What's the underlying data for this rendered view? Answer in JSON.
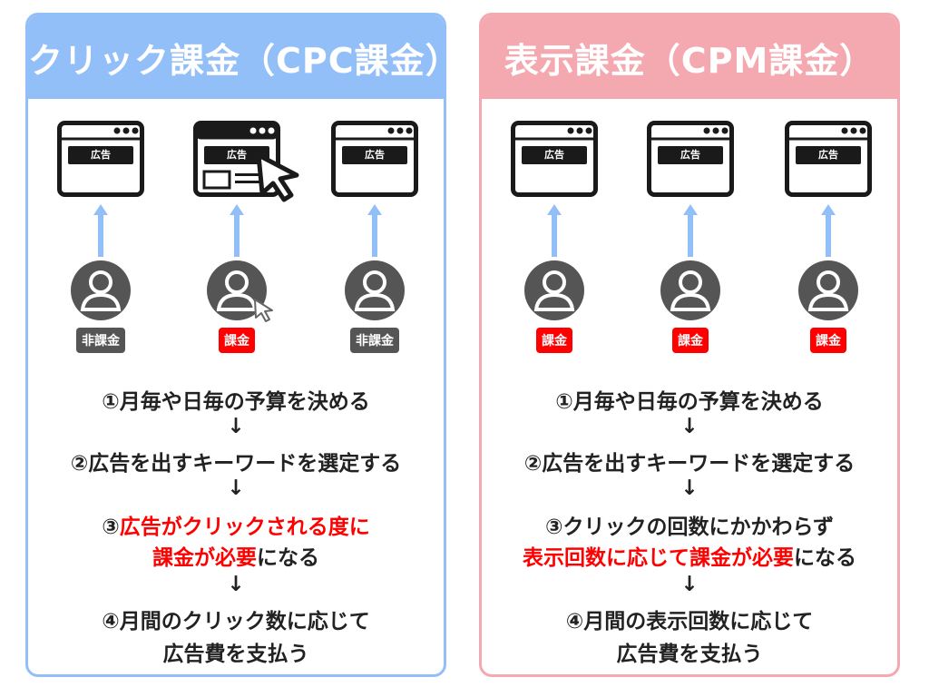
{
  "colors": {
    "cpc": "#93bff9",
    "cpm": "#f4a8b0",
    "red": "#ff0000",
    "gray": "#555555",
    "dark": "#1a1a1a"
  },
  "panels": [
    {
      "id": "cpc",
      "title": "クリック課金（CPC課金）",
      "items": [
        {
          "ad_label": "広告",
          "badge": "非課金",
          "clicked": false
        },
        {
          "ad_label": "広告",
          "badge": "課金",
          "clicked": true
        },
        {
          "ad_label": "広告",
          "badge": "非課金",
          "clicked": false
        }
      ],
      "steps": [
        [
          {
            "t": "①月毎や日毎の予算を決める"
          }
        ],
        [
          {
            "t": "↓"
          }
        ],
        [
          {
            "t": "②広告を出すキーワードを選定する"
          }
        ],
        [
          {
            "t": "↓"
          }
        ],
        [
          {
            "t": "③"
          },
          {
            "t": "広告がクリックされる度に",
            "red": true
          }
        ],
        [
          {
            "t": "課金が必要",
            "red": true
          },
          {
            "t": "になる"
          }
        ],
        [
          {
            "t": "↓"
          }
        ],
        [
          {
            "t": "④月間のクリック数に応じて"
          }
        ],
        [
          {
            "t": "広告費を支払う"
          }
        ]
      ]
    },
    {
      "id": "cpm",
      "title": "表示課金（CPM課金）",
      "items": [
        {
          "ad_label": "広告",
          "badge": "課金",
          "clicked": false
        },
        {
          "ad_label": "広告",
          "badge": "課金",
          "clicked": false
        },
        {
          "ad_label": "広告",
          "badge": "課金",
          "clicked": false
        }
      ],
      "steps": [
        [
          {
            "t": "①月毎や日毎の予算を決める"
          }
        ],
        [
          {
            "t": "↓"
          }
        ],
        [
          {
            "t": "②広告を出すキーワードを選定する"
          }
        ],
        [
          {
            "t": "↓"
          }
        ],
        [
          {
            "t": "③クリックの回数にかかわらず"
          }
        ],
        [
          {
            "t": "表示回数に応じて課金が必要",
            "red": true
          },
          {
            "t": "になる"
          }
        ],
        [
          {
            "t": "↓"
          }
        ],
        [
          {
            "t": "④月間の表示回数に応じて"
          }
        ],
        [
          {
            "t": "広告費を支払う"
          }
        ]
      ]
    }
  ]
}
